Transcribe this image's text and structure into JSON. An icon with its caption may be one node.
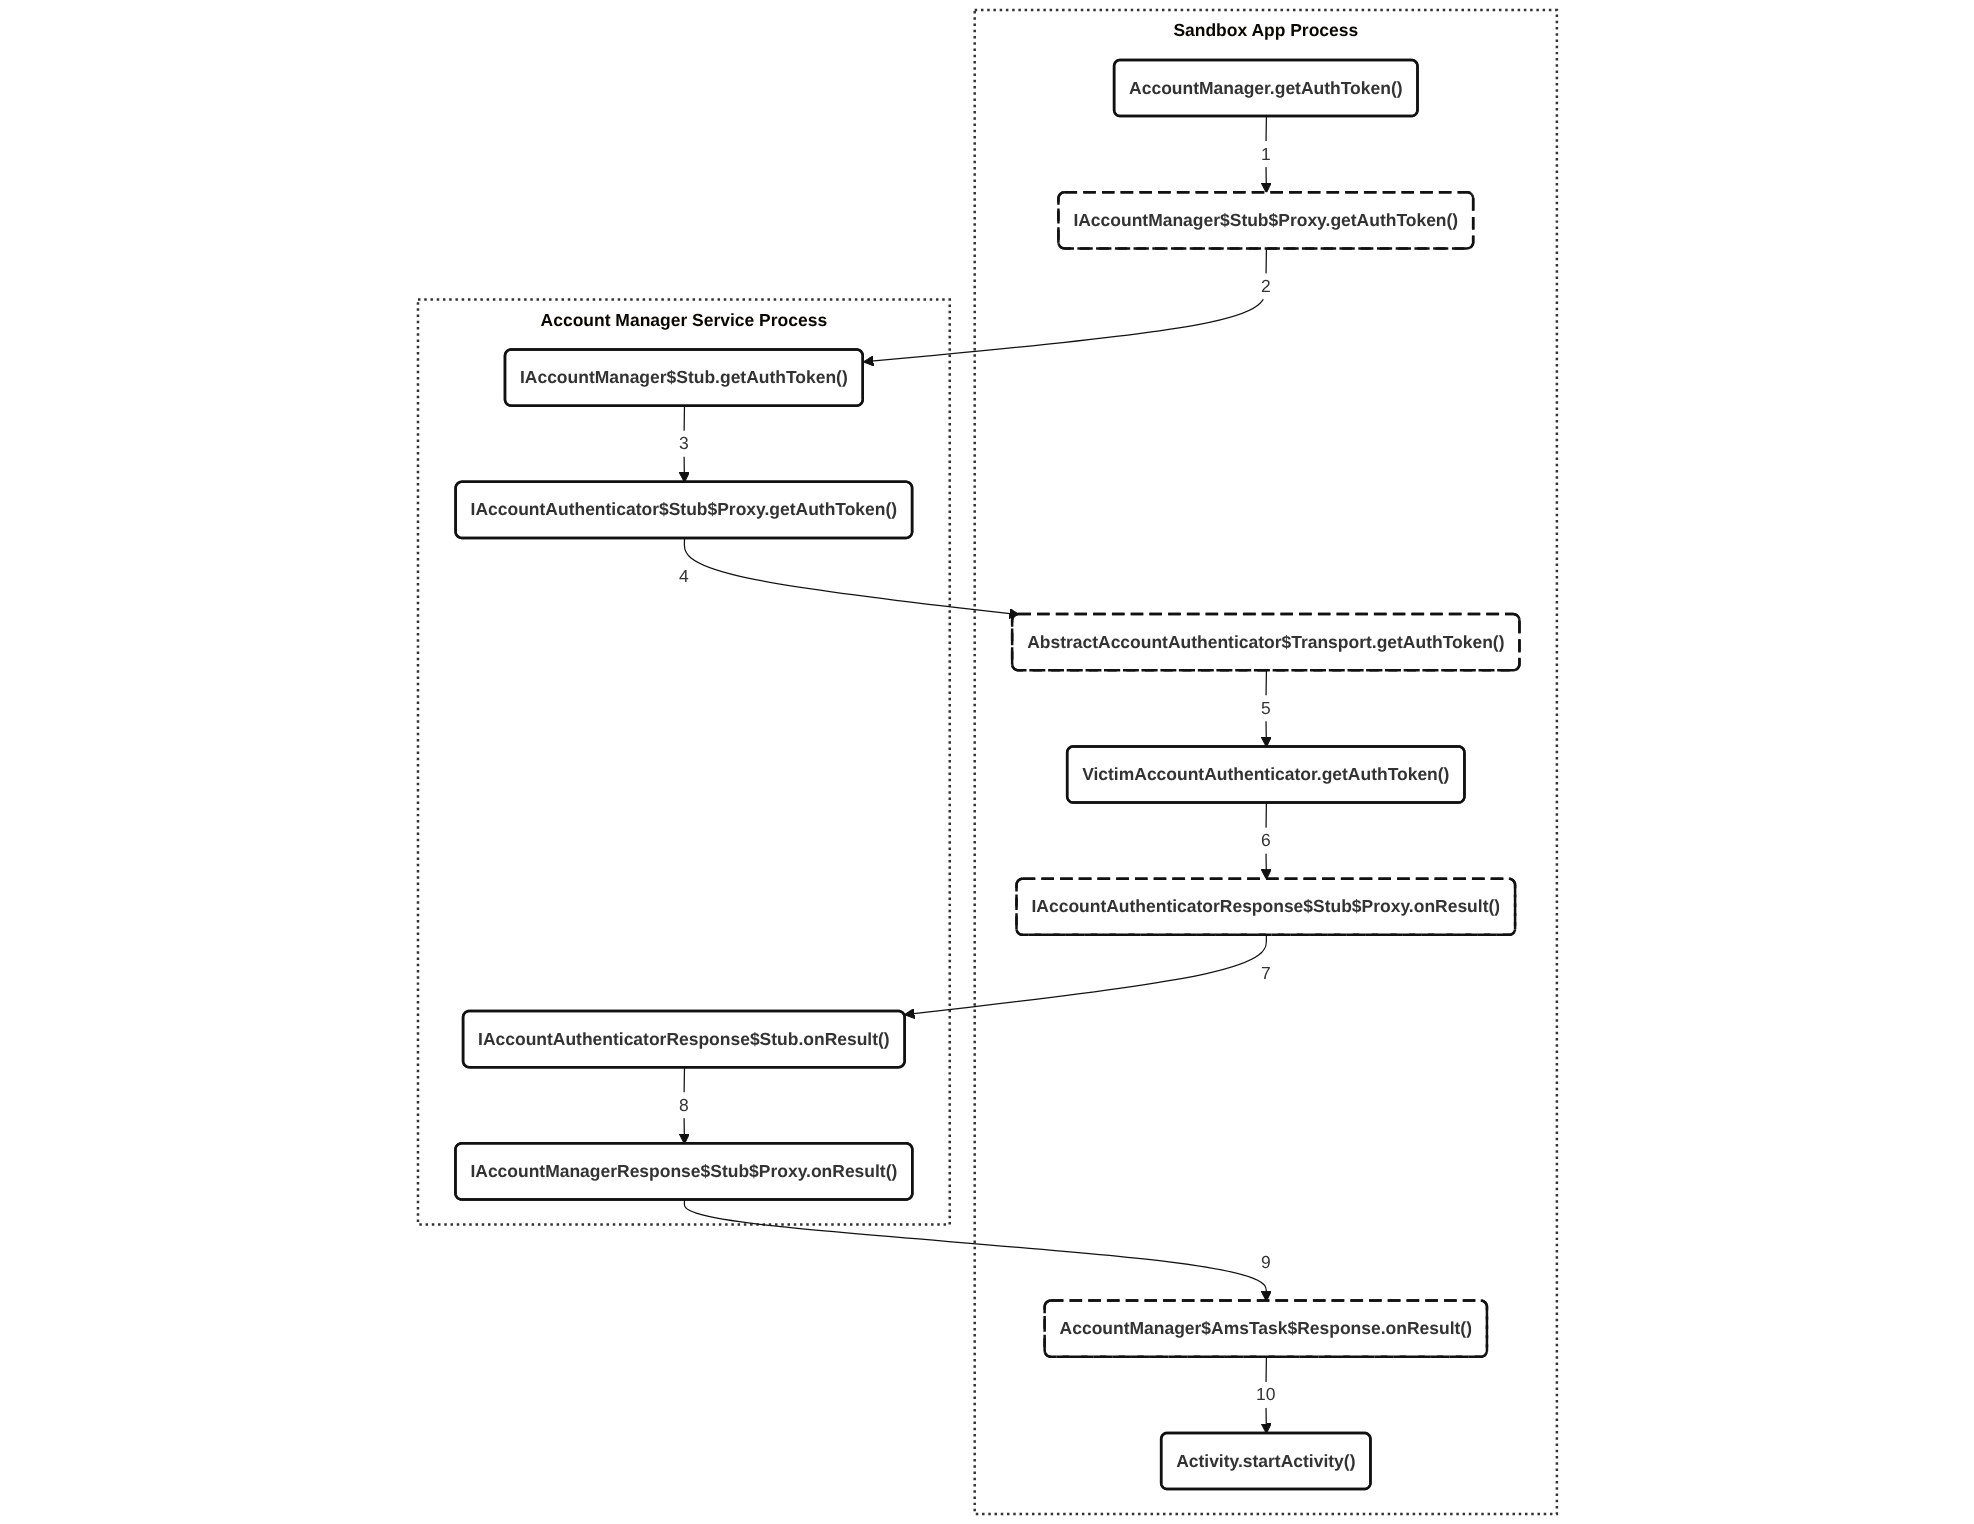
{
  "diagram": {
    "nodes": [
      {
        "text": [
          "Sandbox App Process"
        ]
      },
      {
        "text": [
          "AccountManager.getAuthToken()"
        ],
        "in": 0
      },
      {
        "text": [
          "IAccountManager$Stub$Proxy.getAuthToken()"
        ],
        "in": 0
      },
      {
        "text": [
          "AbstractAccountAuthenticator$Transport.getAuthToken()"
        ],
        "in": 0
      },
      {
        "text": [
          "VictimAccountAuthenticator.getAuthToken()"
        ],
        "in": 0
      },
      {
        "text": [
          "IAccountAuthenticatorResponse$Stub$Proxy.onResult()"
        ],
        "in": 0
      },
      {
        "text": [
          "AccountManager$AmsTask$Response.onResult()"
        ],
        "in": 0
      },
      {
        "text": [
          "Activity.startActivity()"
        ],
        "in": 0
      },
      {
        "text": [
          "Account Manager Service Process"
        ]
      },
      {
        "text": [
          "IAccountManager$Stub.getAuthToken()"
        ],
        "in": 8
      },
      {
        "text": [
          "IAccountAuthenticator$Stub$Proxy.getAuthToken()"
        ],
        "in": 8
      },
      {
        "text": [
          "IAccountAuthenticatorResponse$Stub.onResult()"
        ],
        "in": 8
      },
      {
        "text": [
          "IAccountManagerResponse$Stub$Proxy.onResult()"
        ],
        "in": 8
      }
    ],
    "edges": [
      {
        "from": 1,
        "to": 2,
        "arrow": "to",
        "label": "1"
      },
      {
        "from": 2,
        "to": 9,
        "arrow": "to",
        "label": "2"
      },
      {
        "from": 9,
        "to": 10,
        "arrow": "to",
        "label": "3"
      },
      {
        "from": 10,
        "to": 3,
        "arrow": "to",
        "label": "4"
      },
      {
        "from": 3,
        "to": 4,
        "arrow": "to",
        "label": "5"
      },
      {
        "from": 4,
        "to": 5,
        "arrow": "to",
        "label": "6"
      },
      {
        "from": 5,
        "to": 11,
        "arrow": "to",
        "label": "7"
      },
      {
        "from": 11,
        "to": 12,
        "arrow": "to",
        "label": "8"
      },
      {
        "from": 12,
        "to": 6,
        "arrow": "to",
        "label": "9"
      },
      {
        "from": 6,
        "to": 7,
        "arrow": "to",
        "label": "10"
      }
    ]
  }
}
